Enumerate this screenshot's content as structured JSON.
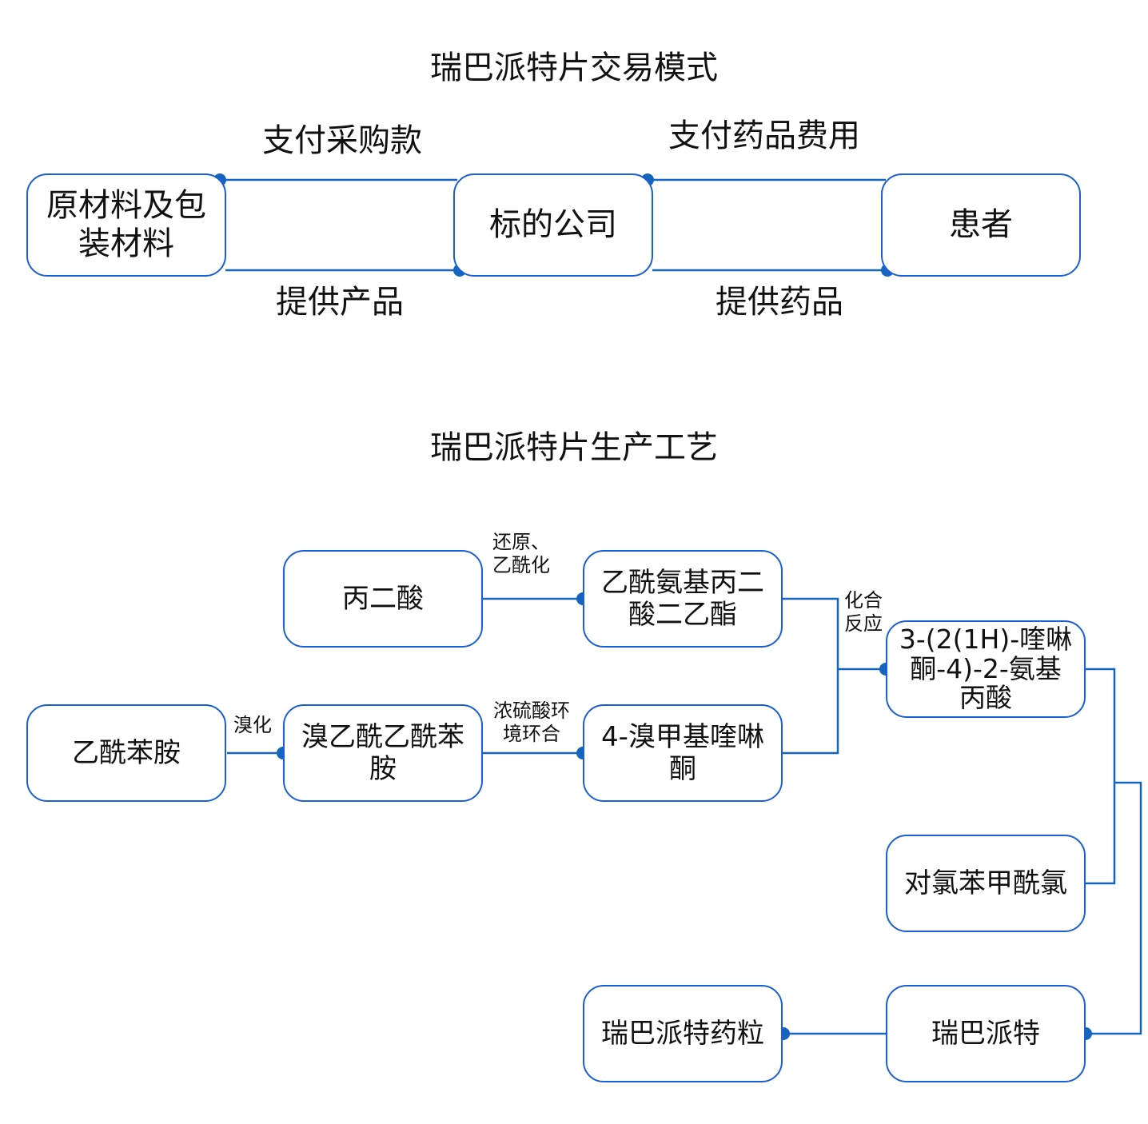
{
  "trade": {
    "title": "瑞巴派特片交易模式",
    "nodes": {
      "supplier": "原材料及包装材料",
      "company": "标的公司",
      "patient": "患者"
    },
    "edges": {
      "pay_purchase": "支付采购款",
      "provide_product": "提供产品",
      "pay_drug_fee": "支付药品费用",
      "provide_drug": "提供药品"
    }
  },
  "process": {
    "title": "瑞巴派特片生产工艺",
    "nodes": {
      "malonic_acid": "丙二酸",
      "acetamido_malonate": "乙酰氨基丙二酸二乙酯",
      "acetanilide": "乙酰苯胺",
      "bromo_acetoacetanilide": "溴乙酰乙酰苯胺",
      "bromomethyl_quinolinone": "4-溴甲基喹啉酮",
      "amino_propionic_acid": "3-(2(1H)-喹啉酮-4)-2-氨基丙酸",
      "chlorobenzoyl_chloride": "对氯苯甲酰氯",
      "rebamipide": "瑞巴派特",
      "rebamipide_granules": "瑞巴派特药粒"
    },
    "edges": {
      "reduction_acetylation": [
        "还原、",
        "乙酰化"
      ],
      "bromination": "溴化",
      "sulfuric_cyclization": [
        "浓硫酸环",
        "境环合"
      ],
      "combination_reaction": [
        "化合",
        "反应"
      ]
    }
  },
  "colors": {
    "line": "#1565c0",
    "border": "#1a5fd6",
    "dot": "#1565c0"
  }
}
